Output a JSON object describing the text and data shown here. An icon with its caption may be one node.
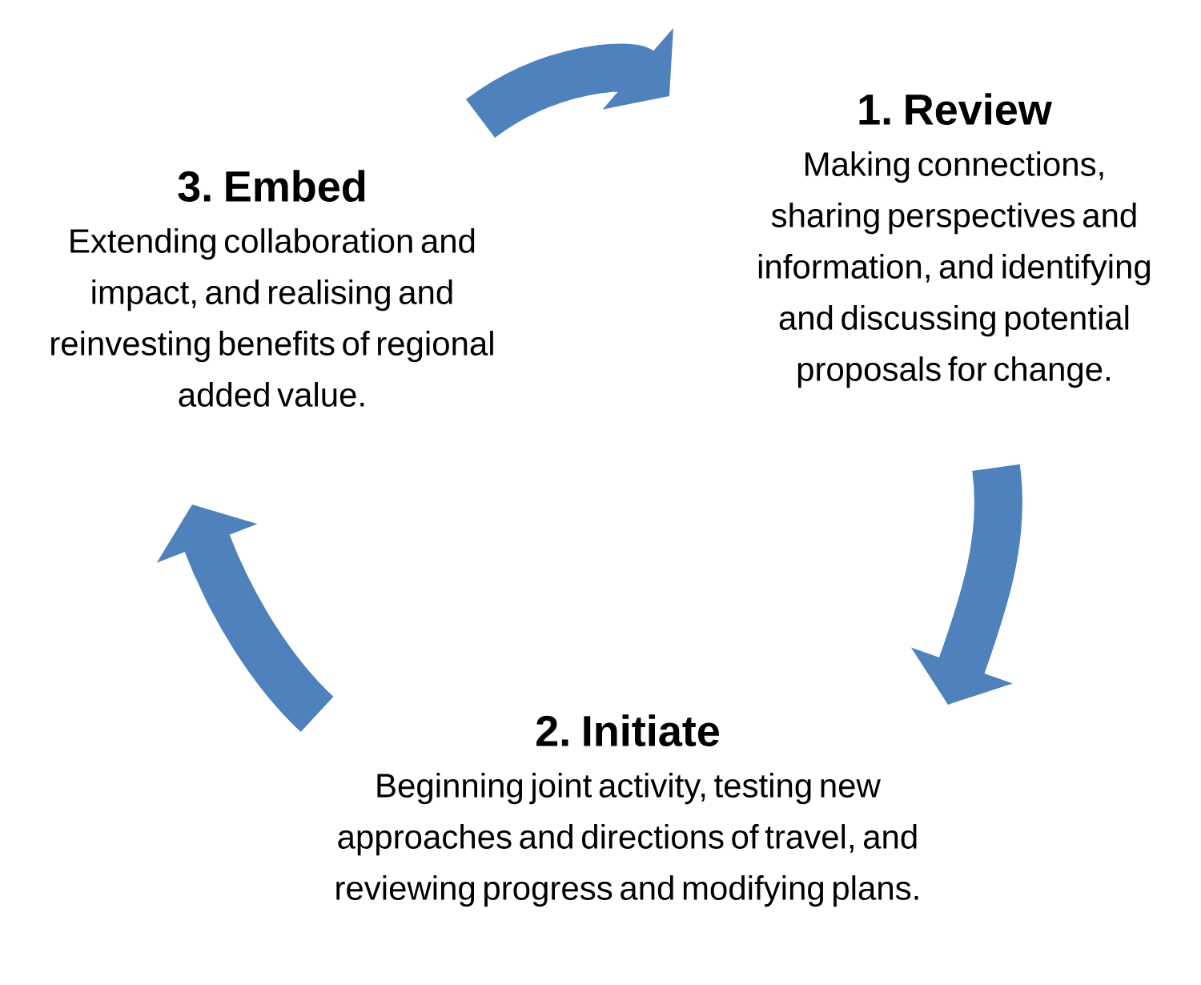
{
  "diagram": {
    "nodes": [
      {
        "text": [
          "1. Review",
          "Making connections, sharing perspectives and information, and identifying and discussing potential proposals for change."
        ]
      },
      {
        "text": [
          "3. Embed",
          "Extending collaboration and impact, and realising and reinvesting benefits of regional added value."
        ]
      },
      {
        "text": [
          "2. Initiate",
          "Beginning joint activity, testing new approaches and directions of travel, and reviewing progress and modifying plans."
        ]
      }
    ],
    "edges": [
      {
        "from": 1,
        "to": 0,
        "arrow": "to"
      },
      {
        "from": 0,
        "to": 2,
        "arrow": "to"
      },
      {
        "from": 2,
        "to": 1,
        "arrow": "to"
      }
    ]
  }
}
